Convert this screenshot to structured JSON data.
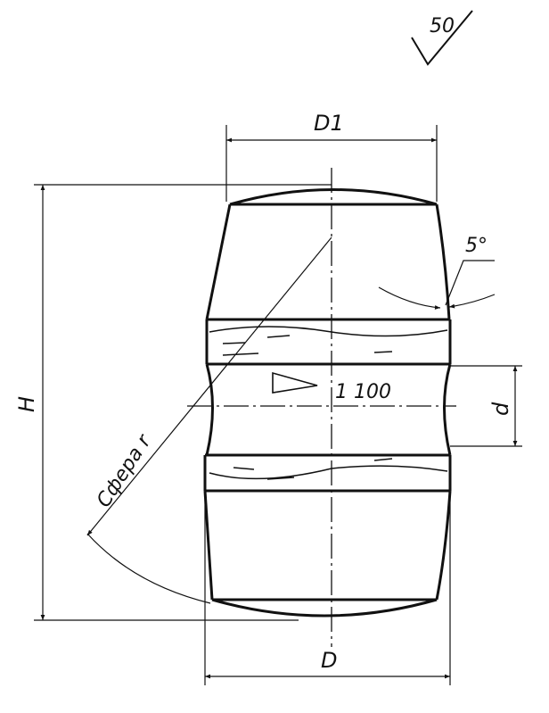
{
  "roughness": {
    "value": "50",
    "icon": "surface-roughness-check-icon"
  },
  "dimensions": {
    "top_diameter": "D1",
    "bottom_diameter": "D",
    "height": "H",
    "bore": "d",
    "angle": "5°",
    "sphere": "Сфера r"
  },
  "taper": {
    "icon": "taper-triangle-icon",
    "value": "1 100"
  },
  "colors": {
    "line": "#111111",
    "background": "#ffffff"
  }
}
